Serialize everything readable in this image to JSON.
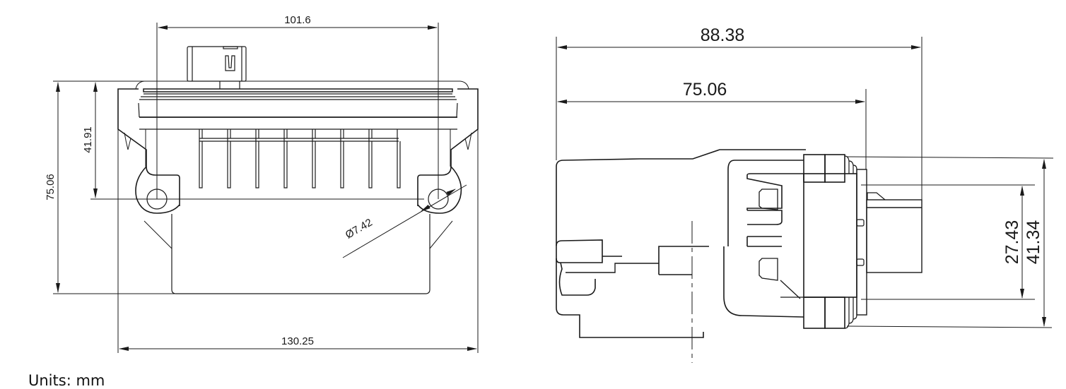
{
  "drawing": {
    "type": "technical dimension drawing",
    "units_label": "Units: mm",
    "line_color": "#1a1a1a",
    "background": "#ffffff"
  },
  "front_view": {
    "dimensions": {
      "hole_spacing": "101.6",
      "overall_width": "130.25",
      "overall_height": "75.06",
      "top_to_hole_center": "41.91",
      "hole_diameter": "Ø7.42"
    }
  },
  "side_view": {
    "dimensions": {
      "overall_depth": "88.38",
      "body_depth": "75.06",
      "connector_height_inner": "27.43",
      "flange_height": "41.34"
    }
  }
}
